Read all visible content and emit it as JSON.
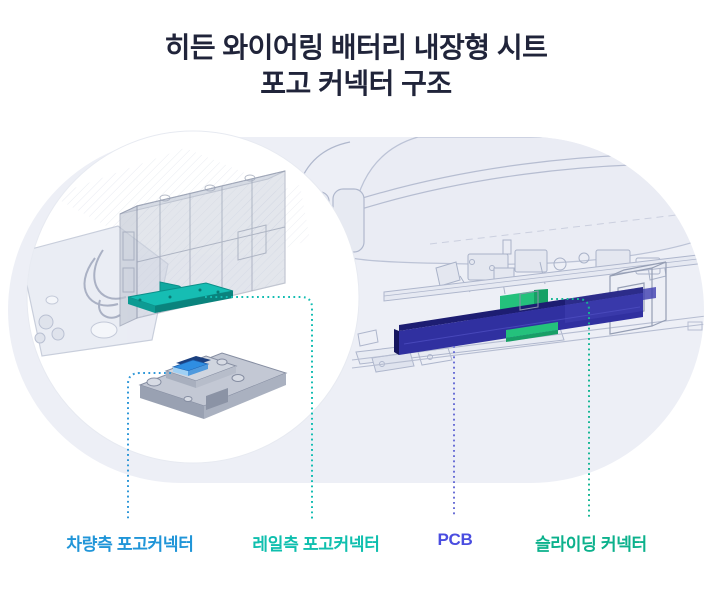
{
  "title": {
    "line1": "히든 와이어링 배터리 내장형 시트",
    "line2": "포고 커넥터 구조",
    "color": "#20243a"
  },
  "canvas": {
    "capsule_color": "#edeff6",
    "detail_circle_color": "#ffffff"
  },
  "parts": {
    "vehicle_pogo": {
      "label": "차량측 포고커넥터",
      "label_color": "#2095d8",
      "leader_color": "#2e97d8",
      "highlight_color": "#2f8ee2"
    },
    "rail_pogo": {
      "label": "레일측 포고커넥터",
      "label_color": "#0fbfae",
      "leader_color": "#13bdb2",
      "highlight_color": "#16bdb3"
    },
    "pcb": {
      "label": "PCB",
      "label_color": "#4a4de0",
      "leader_color": "#6a6fd6",
      "highlight_color": "#3030a0"
    },
    "sliding": {
      "label": "슬라이딩 커넥터",
      "label_color": "#0cb18c",
      "leader_color": "#17b795",
      "highlight_color": "#24c17c"
    }
  }
}
